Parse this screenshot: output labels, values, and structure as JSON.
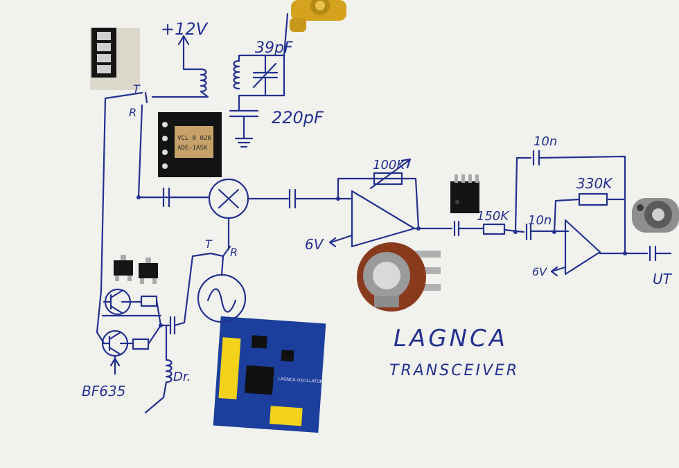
{
  "labels": {
    "supply": "+12V",
    "cap_trim": "39pF",
    "cap_fixed": "220pF",
    "tx": "T",
    "rx": "R",
    "tx2": "T",
    "rx2": "R",
    "fb_resistor": "100K",
    "in_resistor": "150K",
    "c_in2": "10n",
    "c_fb2": "10n",
    "r_fb2": "330K",
    "bias1": "6V",
    "bias2": "6V",
    "output": "UT",
    "transistor": "BF635",
    "choke": "Dr.",
    "mixer_chip_line1": "VCL 0 026",
    "mixer_chip_line2": "ADE-1ASK",
    "oscillator_board": "LAGNCA OSCILLATOR"
  },
  "title": {
    "line1": "LAGNCA",
    "line2": "TRANSCEIVER"
  },
  "colors": {
    "ink": "#22308f",
    "paper": "#f1f1ee",
    "board": "#1c3f9e",
    "header": "#f2d21a",
    "chip": "#141414",
    "gold": "#d4a21c",
    "pot_body": "#8a3a1c"
  }
}
